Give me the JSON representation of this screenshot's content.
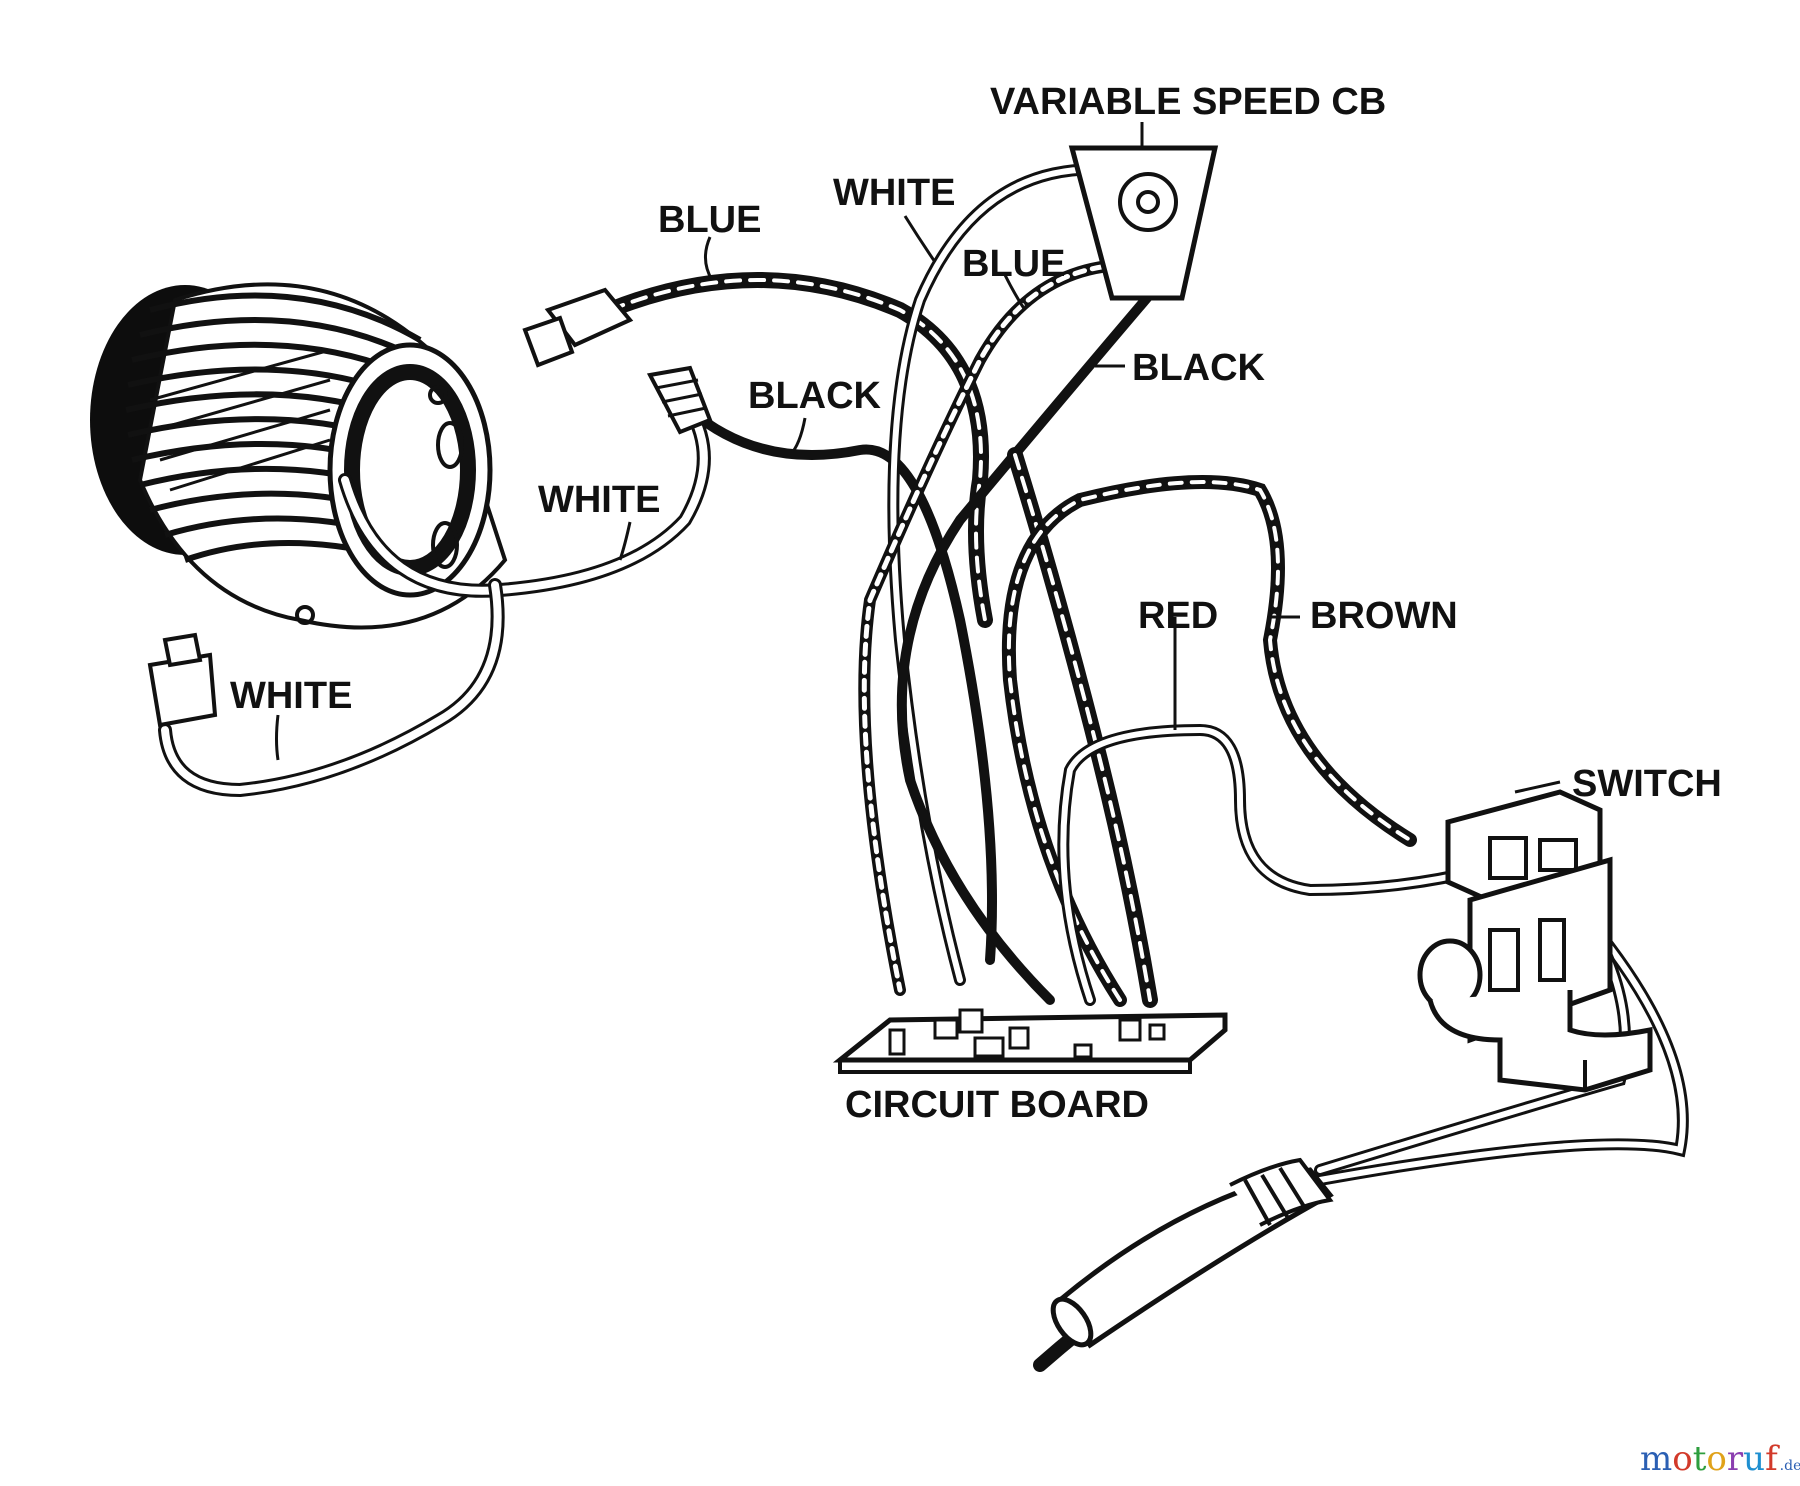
{
  "labels": {
    "variable_speed_cb": "VARIABLE SPEED CB",
    "white_top": "WHITE",
    "blue_top": "BLUE",
    "blue_mid": "BLUE",
    "black_right": "BLACK",
    "black_mid": "BLACK",
    "white_mid": "WHITE",
    "white_left": "WHITE",
    "red": "RED",
    "brown": "BROWN",
    "switch": "SWITCH",
    "circuit_board": "CIRCUIT BOARD"
  },
  "watermark": {
    "brand": "motoruf",
    "tld": ".de",
    "colors": [
      "#2b5fb3",
      "#d23a2a",
      "#2e9e3e",
      "#e0a21a",
      "#8b3fb0",
      "#1f8fd0",
      "#d23a2a"
    ]
  }
}
